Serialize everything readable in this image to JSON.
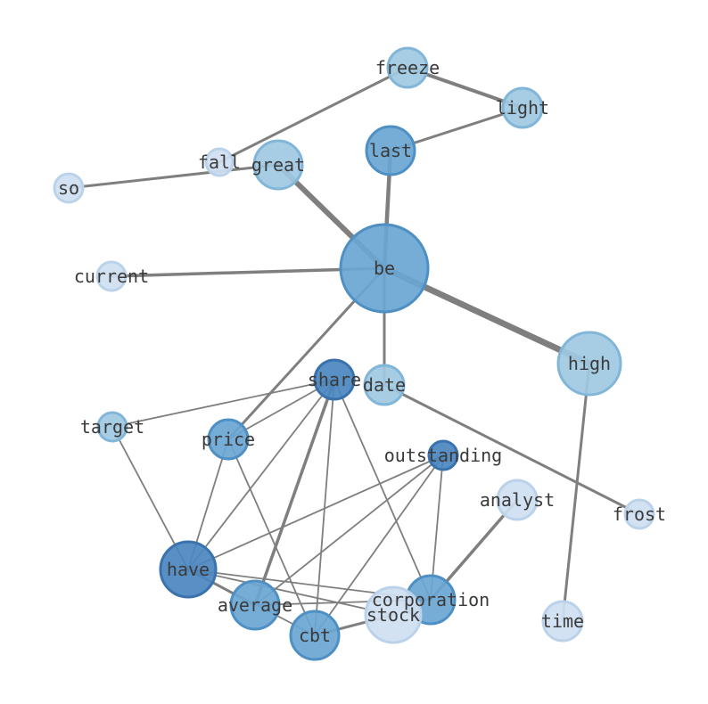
{
  "palette": {
    "edge": "#7f7f7f",
    "dark": "#4a86c0",
    "darkStroke": "#3a72ad",
    "mid": "#6aa6d4",
    "midStroke": "#4e8fc4",
    "light": "#9fc9e3",
    "lightStroke": "#82b6d8",
    "pale": "#cfe0f1",
    "paleStroke": "#bad2ea",
    "label": "#3a3a3a"
  },
  "nodes": [
    {
      "id": "freeze",
      "label": "freeze",
      "tone": "light"
    },
    {
      "id": "light",
      "label": "light",
      "tone": "light"
    },
    {
      "id": "last",
      "label": "last",
      "tone": "mid"
    },
    {
      "id": "fall",
      "label": "fall",
      "tone": "pale"
    },
    {
      "id": "great",
      "label": "great",
      "tone": "light"
    },
    {
      "id": "so",
      "label": "so",
      "tone": "pale"
    },
    {
      "id": "current",
      "label": "current",
      "tone": "pale"
    },
    {
      "id": "be",
      "label": "be",
      "tone": "mid"
    },
    {
      "id": "high",
      "label": "high",
      "tone": "light"
    },
    {
      "id": "share",
      "label": "share",
      "tone": "dark"
    },
    {
      "id": "date",
      "label": "date",
      "tone": "light"
    },
    {
      "id": "target",
      "label": "target",
      "tone": "light"
    },
    {
      "id": "price",
      "label": "price",
      "tone": "mid"
    },
    {
      "id": "outstanding",
      "label": "outstanding",
      "tone": "dark"
    },
    {
      "id": "analyst",
      "label": "analyst",
      "tone": "pale"
    },
    {
      "id": "frost",
      "label": "frost",
      "tone": "pale"
    },
    {
      "id": "have",
      "label": "have",
      "tone": "dark"
    },
    {
      "id": "average",
      "label": "average",
      "tone": "mid"
    },
    {
      "id": "corporation",
      "label": "corporation",
      "tone": "mid"
    },
    {
      "id": "stock",
      "label": "stock",
      "tone": "pale"
    },
    {
      "id": "time",
      "label": "time",
      "tone": "pale"
    },
    {
      "id": "cbt",
      "label": "cbt",
      "tone": "mid"
    }
  ],
  "edges": [
    {
      "source": "freeze",
      "target": "light",
      "weight": 4
    },
    {
      "source": "freeze",
      "target": "fall",
      "weight": 3
    },
    {
      "source": "light",
      "target": "last",
      "weight": 3
    },
    {
      "source": "so",
      "target": "great",
      "weight": 3
    },
    {
      "source": "great",
      "target": "be",
      "weight": 6
    },
    {
      "source": "last",
      "target": "be",
      "weight": 4.5
    },
    {
      "source": "current",
      "target": "be",
      "weight": 3.5
    },
    {
      "source": "be",
      "target": "high",
      "weight": 7
    },
    {
      "source": "be",
      "target": "date",
      "weight": 3
    },
    {
      "source": "be",
      "target": "price",
      "weight": 3
    },
    {
      "source": "high",
      "target": "time",
      "weight": 3
    },
    {
      "source": "date",
      "target": "frost",
      "weight": 3
    },
    {
      "source": "share",
      "target": "target",
      "weight": 1.8
    },
    {
      "source": "share",
      "target": "price",
      "weight": 1.8
    },
    {
      "source": "share",
      "target": "have",
      "weight": 1.8
    },
    {
      "source": "share",
      "target": "average",
      "weight": 3.5
    },
    {
      "source": "share",
      "target": "cbt",
      "weight": 1.8
    },
    {
      "source": "share",
      "target": "corporation",
      "weight": 1.8
    },
    {
      "source": "target",
      "target": "have",
      "weight": 1.8
    },
    {
      "source": "price",
      "target": "have",
      "weight": 1.8
    },
    {
      "source": "price",
      "target": "cbt",
      "weight": 1.8
    },
    {
      "source": "outstanding",
      "target": "have",
      "weight": 1.8
    },
    {
      "source": "outstanding",
      "target": "average",
      "weight": 1.8
    },
    {
      "source": "outstanding",
      "target": "cbt",
      "weight": 1.8
    },
    {
      "source": "outstanding",
      "target": "corporation",
      "weight": 1.8
    },
    {
      "source": "analyst",
      "target": "corporation",
      "weight": 3.5
    },
    {
      "source": "have",
      "target": "average",
      "weight": 3
    },
    {
      "source": "have",
      "target": "corporation",
      "weight": 1.8
    },
    {
      "source": "have",
      "target": "stock",
      "weight": 1.8
    },
    {
      "source": "have",
      "target": "cbt",
      "weight": 1.8
    },
    {
      "source": "average",
      "target": "corporation",
      "weight": 1.8
    },
    {
      "source": "cbt",
      "target": "stock",
      "weight": 3
    }
  ]
}
